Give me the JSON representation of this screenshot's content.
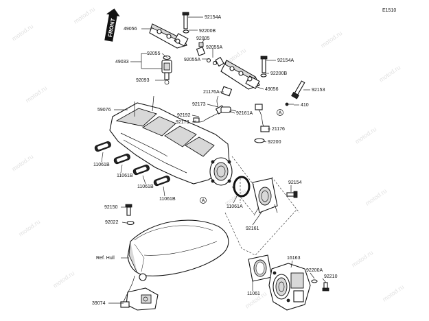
{
  "diagram_code": "E1510",
  "front_label": "FRONT",
  "watermark": "motod.ru",
  "ref_note": "Ref. Hull",
  "labels": {
    "p92154A_1": "92154A",
    "p49056_1": "49056",
    "p92200B_1": "92200B",
    "p92005": "92005",
    "p92055A_1": "92055A",
    "p92055": "92055",
    "p49033": "49033",
    "p92055A_2": "92055A",
    "p92154A_2": "92154A",
    "p92200B_2": "92200B",
    "p92093": "92093",
    "p49056_2": "49056",
    "p92153": "92153",
    "p21176A": "21176A",
    "p410": "410",
    "p59076": "59076",
    "p92173_1": "92173",
    "p92192": "92192",
    "p92173_2": "92173",
    "p92161A": "92161A",
    "p21176": "21176",
    "p92200": "92200",
    "p11061B_1": "11061B",
    "p11061B_2": "11061B",
    "p11061B_3": "11061B",
    "p11061B_4": "11061B",
    "p92154": "92154",
    "p11061A": "11061A",
    "p92150": "92150",
    "p92022": "92022",
    "p92161": "92161",
    "p16163": "16163",
    "p92200A": "92200A",
    "p92210": "92210",
    "p11061": "11061",
    "p39074": "39074",
    "callout_a": "A"
  }
}
